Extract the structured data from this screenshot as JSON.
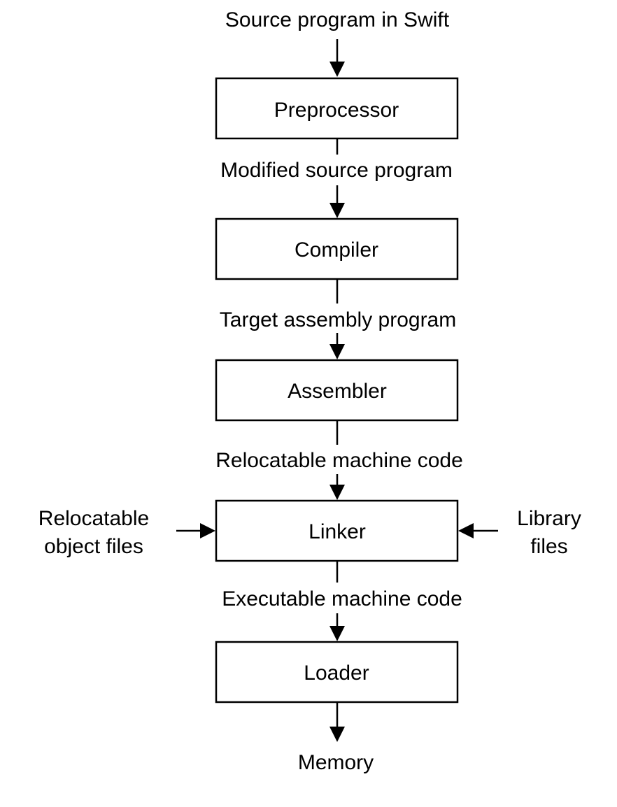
{
  "diagram": {
    "input_label": "Source program in Swift",
    "output_label": "Memory",
    "stages": [
      {
        "label": "Preprocessor"
      },
      {
        "label": "Compiler"
      },
      {
        "label": "Assembler"
      },
      {
        "label": "Linker"
      },
      {
        "label": "Loader"
      }
    ],
    "flows": [
      {
        "label": "Modified source program"
      },
      {
        "label": "Target assembly program"
      },
      {
        "label": "Relocatable machine code"
      },
      {
        "label": "Executable machine code"
      }
    ],
    "side_inputs": {
      "left": {
        "line1": "Relocatable",
        "line2": "object files"
      },
      "right": {
        "line1": "Library",
        "line2": "files"
      }
    }
  },
  "colors": {
    "stroke": "#000000",
    "background": "#ffffff",
    "text": "#000000"
  }
}
